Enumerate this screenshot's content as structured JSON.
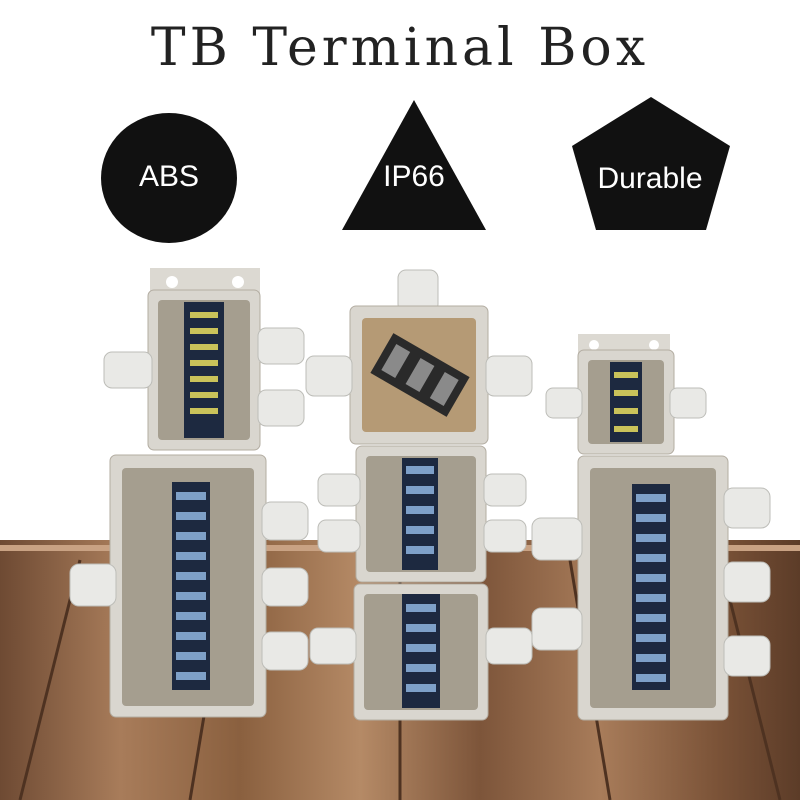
{
  "title": "TB Terminal Box",
  "badges": [
    {
      "shape": "circle",
      "label": "ABS"
    },
    {
      "shape": "triangle",
      "label": "IP66"
    },
    {
      "shape": "pentagon",
      "label": "Durable"
    }
  ],
  "colors": {
    "badge": "#111111",
    "wood_light": "#a87c5a",
    "wood_dark": "#6e4a33",
    "box_body": "#d9d6cf",
    "box_inner": "#a59e8f",
    "terminal_block": "#1d2940",
    "gland": "#e9e9e6"
  }
}
